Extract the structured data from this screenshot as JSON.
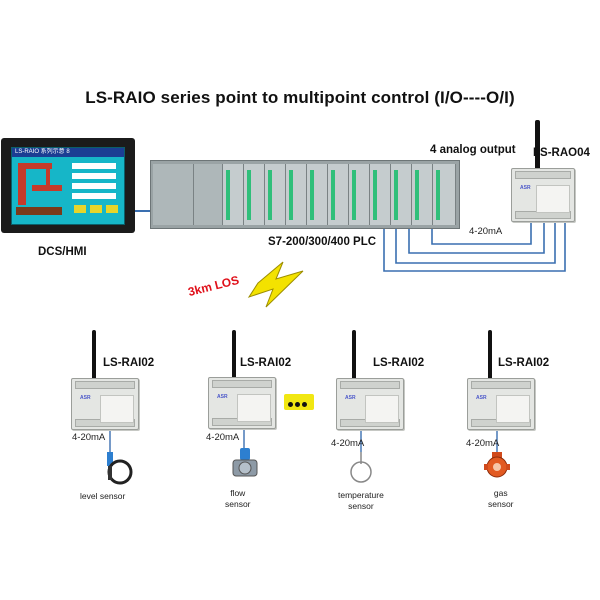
{
  "title": "LS-RAIO series point to multipoint control  (I/O----O/I)",
  "hmi": {
    "label": "DCS/HMI",
    "screen_header": "LS-RAIO 系列示意 8"
  },
  "plc": {
    "label": "S7-200/300/400 PLC"
  },
  "output_module": {
    "name": "LS-RAO04",
    "caption": "4 analog output",
    "signal": "4-20mA"
  },
  "link": {
    "label": "3km LOS"
  },
  "input_modules": [
    {
      "name": "LS-RAI02",
      "signal": "4-20mA",
      "sensor_label": "level sensor"
    },
    {
      "name": "LS-RAI02",
      "signal": "4-20mA",
      "sensor_label": "flow\nsensor"
    },
    {
      "name": "LS-RAI02",
      "signal": "4-20mA",
      "sensor_label": "temperature\nsensor"
    },
    {
      "name": "LS-RAI02",
      "signal": "4-20mA",
      "sensor_label": "gas\nsensor"
    }
  ],
  "colors": {
    "wire": "#3a6fb0",
    "los_text": "#e0101a",
    "bolt": "#f3e200",
    "ellipsis_bg": "#f1e712"
  }
}
